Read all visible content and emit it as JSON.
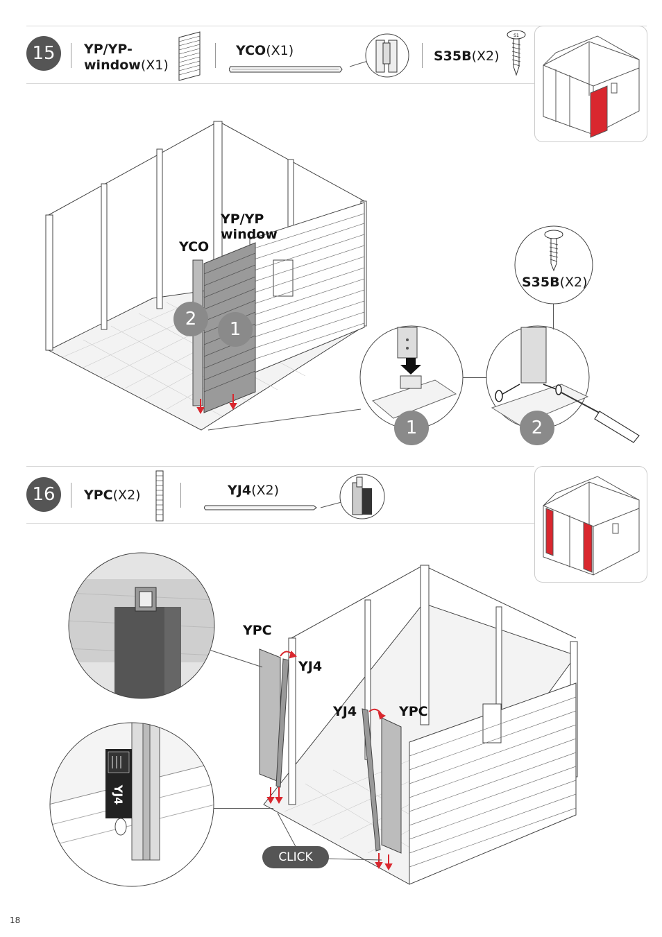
{
  "page_number": "18",
  "step15": {
    "number": "15",
    "parts": [
      {
        "name": "YP/YP-",
        "name2": "window",
        "qty": "(X1)"
      },
      {
        "name": "YCO",
        "qty": "(X1)"
      },
      {
        "name": "S35B",
        "qty": "(X2)"
      }
    ],
    "callouts": {
      "yco": "YCO",
      "ypyp_line1": "YP/YP",
      "ypyp_line2": "window",
      "s35b_name": "S35B",
      "s35b_qty": "(X2)"
    },
    "badges": [
      "1",
      "2"
    ],
    "detail_badges": [
      "1",
      "2"
    ],
    "screw_mark": "S1"
  },
  "step16": {
    "number": "16",
    "parts": [
      {
        "name": "YPC",
        "qty": "(X2)"
      },
      {
        "name": "YJ4",
        "qty": "(X2)"
      }
    ],
    "callouts": {
      "ypc_left": "YPC",
      "yj4_left": "YJ4",
      "yj4_right": "YJ4",
      "ypc_right": "YPC",
      "click": "CLICK"
    },
    "sticker_text": "YJ4"
  },
  "colors": {
    "highlight_red": "#d9272e",
    "badge_grey": "#8a8a8a",
    "step_circle": "#555555"
  }
}
